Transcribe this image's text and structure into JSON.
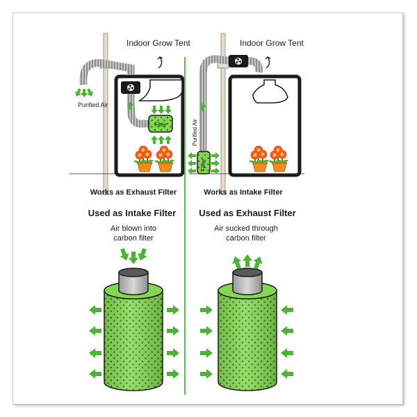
{
  "diagram": {
    "top_left": {
      "tent_label": "Indoor Grow Tent",
      "purified_air_label": "Purified Air",
      "filter_label": "Filter",
      "caption": "Works as Exhaust Filter"
    },
    "top_right": {
      "tent_label": "Indoor Grow Tent",
      "purified_air_label": "Purified Air",
      "filter_label": "Filter",
      "caption": "Works as Intake Filter"
    },
    "bottom_left": {
      "heading": "Used as Intake Filter",
      "desc_line1": "Air blown into",
      "desc_line2": "carbon filter"
    },
    "bottom_right": {
      "heading": "Used as Exhaust Filter",
      "desc_line1": "Air sucked through",
      "desc_line2": "carbon filter"
    },
    "colors": {
      "green": "#7fd145",
      "arrow_green": "#49b533",
      "divider": "#5bc14a",
      "flower": "#f05a28",
      "pot": "#f08c1e",
      "dot": "#2e6b1d"
    },
    "icons": [
      "fan-icon",
      "filter-icon",
      "flower-icon",
      "arrow-icon",
      "hood-light-icon",
      "duct-icon"
    ]
  }
}
